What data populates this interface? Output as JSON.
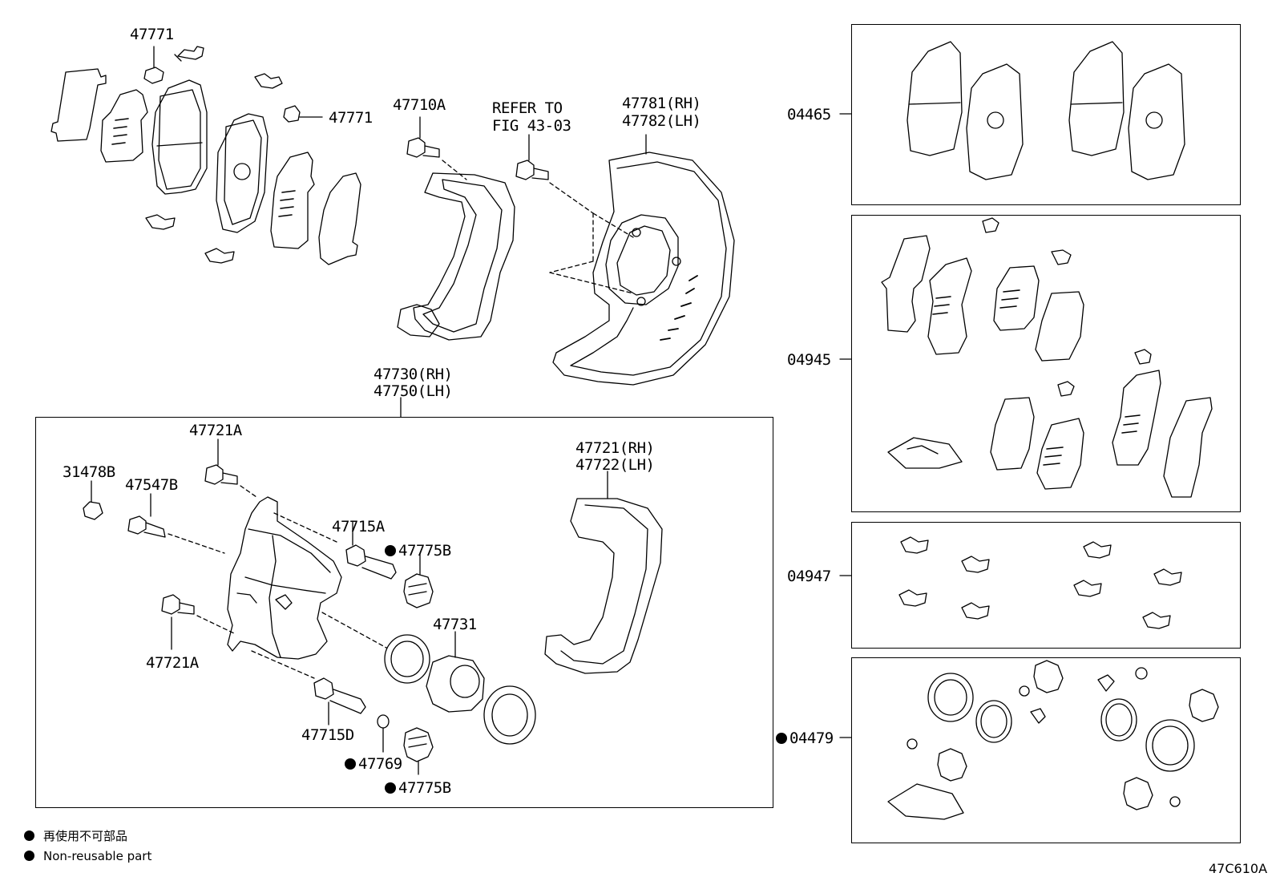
{
  "callouts": {
    "p47771_top": "47771",
    "p47771_right": "47771",
    "p47710A": "47710A",
    "refer_line1": "REFER TO",
    "refer_line2": "FIG 43-03",
    "p47781": "47781(RH)",
    "p47782": "47782(LH)",
    "p47730": "47730(RH)",
    "p47750": "47750(LH)",
    "p47721A_top": "47721A",
    "p31478B": "31478B",
    "p47547B": "47547B",
    "p47715A": "47715A",
    "p47775B_top": "47775B",
    "p47721A_bottom": "47721A",
    "p47731": "47731",
    "p47715D": "47715D",
    "p47769": "47769",
    "p47775B_bottom": "47775B",
    "p47721_rh": "47721(RH)",
    "p47722_lh": "47722(LH)",
    "k04465": "04465",
    "k04945": "04945",
    "k04947": "04947",
    "k04479": "04479"
  },
  "legend": {
    "japanese": "再使用不可部品",
    "english": "Non-reusable part"
  },
  "figure_code": "47C610A"
}
